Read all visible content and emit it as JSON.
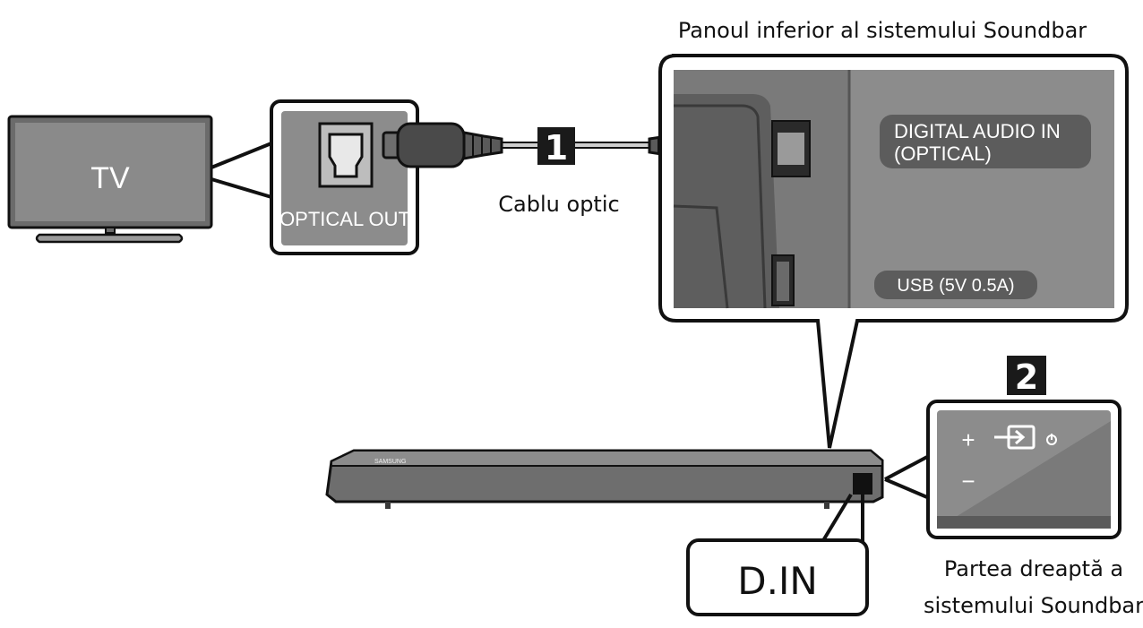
{
  "title": "Panoul inferior al sistemului Soundbar",
  "tv": {
    "label": "TV"
  },
  "tv_port": {
    "label": "OPTICAL OUT"
  },
  "cable": {
    "label": "Cablu optic",
    "step": "1"
  },
  "bottom_panel": {
    "digital_in_line1": "DIGITAL AUDIO IN",
    "digital_in_line2": "(OPTICAL)",
    "usb_label": "USB (5V 0.5A)"
  },
  "soundbar": {
    "brand": "SAMSUNG"
  },
  "step2": "2",
  "side_panel": {
    "plus": "+",
    "minus": "−",
    "caption_line1": "Partea dreaptă a",
    "caption_line2": "sistemului Soundbar"
  },
  "d_in": {
    "label": "D.IN"
  },
  "colors": {
    "panel_gray": "#8c8c8c",
    "dark_gray": "#3a3a3a",
    "outline": "#111111"
  },
  "icons": [
    "tv-icon",
    "optical-port-icon",
    "optical-plug-icon",
    "source-input-icon",
    "power-icon"
  ]
}
